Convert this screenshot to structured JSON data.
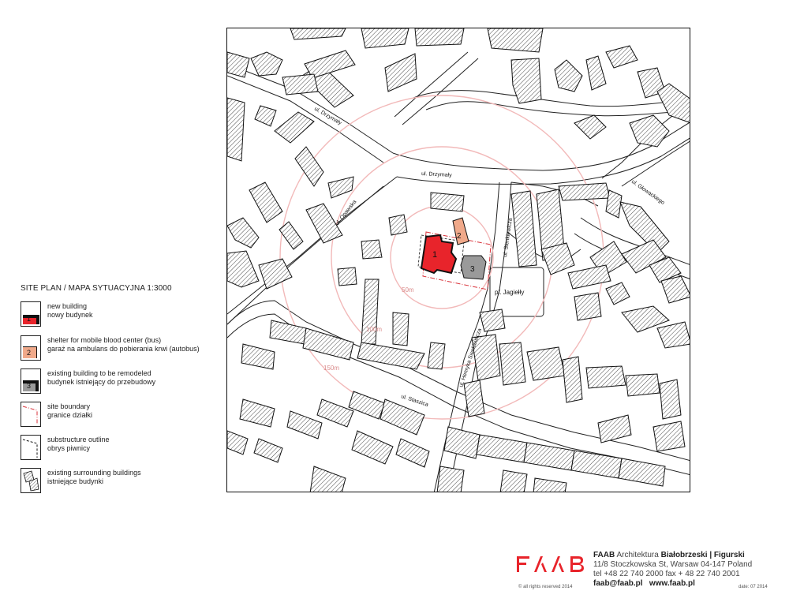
{
  "map": {
    "streets": {
      "drzymaly_upper": "ul. Drzymały",
      "drzymaly_lower": "ul. Drzymały",
      "glowackiego": "ul. Głowackiego",
      "opawska": "ul. Opawska",
      "sienkiewicza_upper": "ul. Sienkiewicza",
      "sienkiewicza_lower": "ul. Henryka Sienkiewicza",
      "staszica": "ul. Staszica"
    },
    "square_label": "pl. Jagiełły",
    "rings": {
      "r50": "50m",
      "r100": "100m",
      "r150": "150m"
    },
    "building_numbers": {
      "new": "1",
      "shelter": "2",
      "existing": "3"
    },
    "colors": {
      "new_building": "#e8242b",
      "shelter": "#f0a98a",
      "existing_remodel": "#9a9a9a",
      "site_boundary": "#d9323a",
      "rings": "#f2b9b9"
    }
  },
  "legend": {
    "title": "SITE PLAN / MAPA SYTUACYJNA 1:3000",
    "items": [
      {
        "number": "1",
        "line1": "new building",
        "line2": "nowy budynek",
        "icon": "new-building-swatch"
      },
      {
        "number": "2",
        "line1": "shelter for mobile blood center (bus)",
        "line2": "garaż na ambulans do pobierania krwi (autobus)",
        "icon": "shelter-swatch"
      },
      {
        "number": "3",
        "line1": "existing building to be remodeled",
        "line2": "budynek istniejący do przebudowy",
        "icon": "existing-building-swatch"
      },
      {
        "number": "",
        "line1": "site boundary",
        "line2": "granice działki",
        "icon": "site-boundary-swatch"
      },
      {
        "number": "",
        "line1": "substructure outline",
        "line2": "obrys piwnicy",
        "icon": "substructure-swatch"
      },
      {
        "number": "",
        "line1": "existing surrounding buildings",
        "line2": "istniejące budynki",
        "icon": "hatched-buildings-swatch"
      }
    ]
  },
  "footer": {
    "logo_text": "FAAB",
    "firm_bold1": "FAAB",
    "firm_normal": "Architektura",
    "firm_bold2": "Białobrzeski",
    "firm_sep": "|",
    "firm_bold3": "Figurski",
    "address": "11/8 Stoczkowska St, Warsaw 04-147 Poland",
    "phone": "tel +48 22 740 2000 fax + 48 22 740 2001",
    "contact": "faab@faab.pl   www.faab.pl",
    "copyright": "© all rights reserved 2014",
    "date": "date: 07 2014"
  }
}
